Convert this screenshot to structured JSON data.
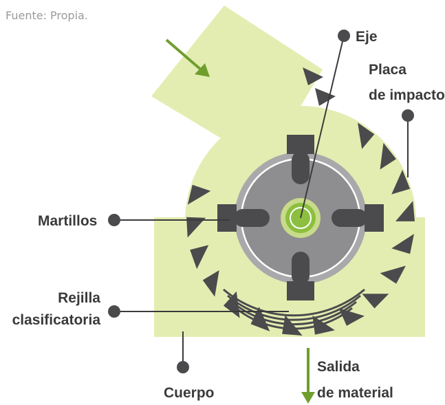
{
  "source": "Fuente: Propia.",
  "labels": {
    "eje": "Eje",
    "placa_1": "Placa",
    "placa_2": "de impacto",
    "martillos": "Martillos",
    "rejilla_1": "Rejilla",
    "rejilla_2": "clasificatoria",
    "cuerpo": "Cuerpo",
    "salida_1": "Salida",
    "salida_2": "de material"
  },
  "colors": {
    "body_fill": "#e3edb1",
    "dark": "#4b4b4d",
    "rotor_outer": "#a9a9ab",
    "rotor_inner": "#8e8e90",
    "shaft": "#8cbf3f",
    "arrow": "#6f9e2e",
    "text": "#3a3a3a",
    "source": "#9a9a9a"
  }
}
